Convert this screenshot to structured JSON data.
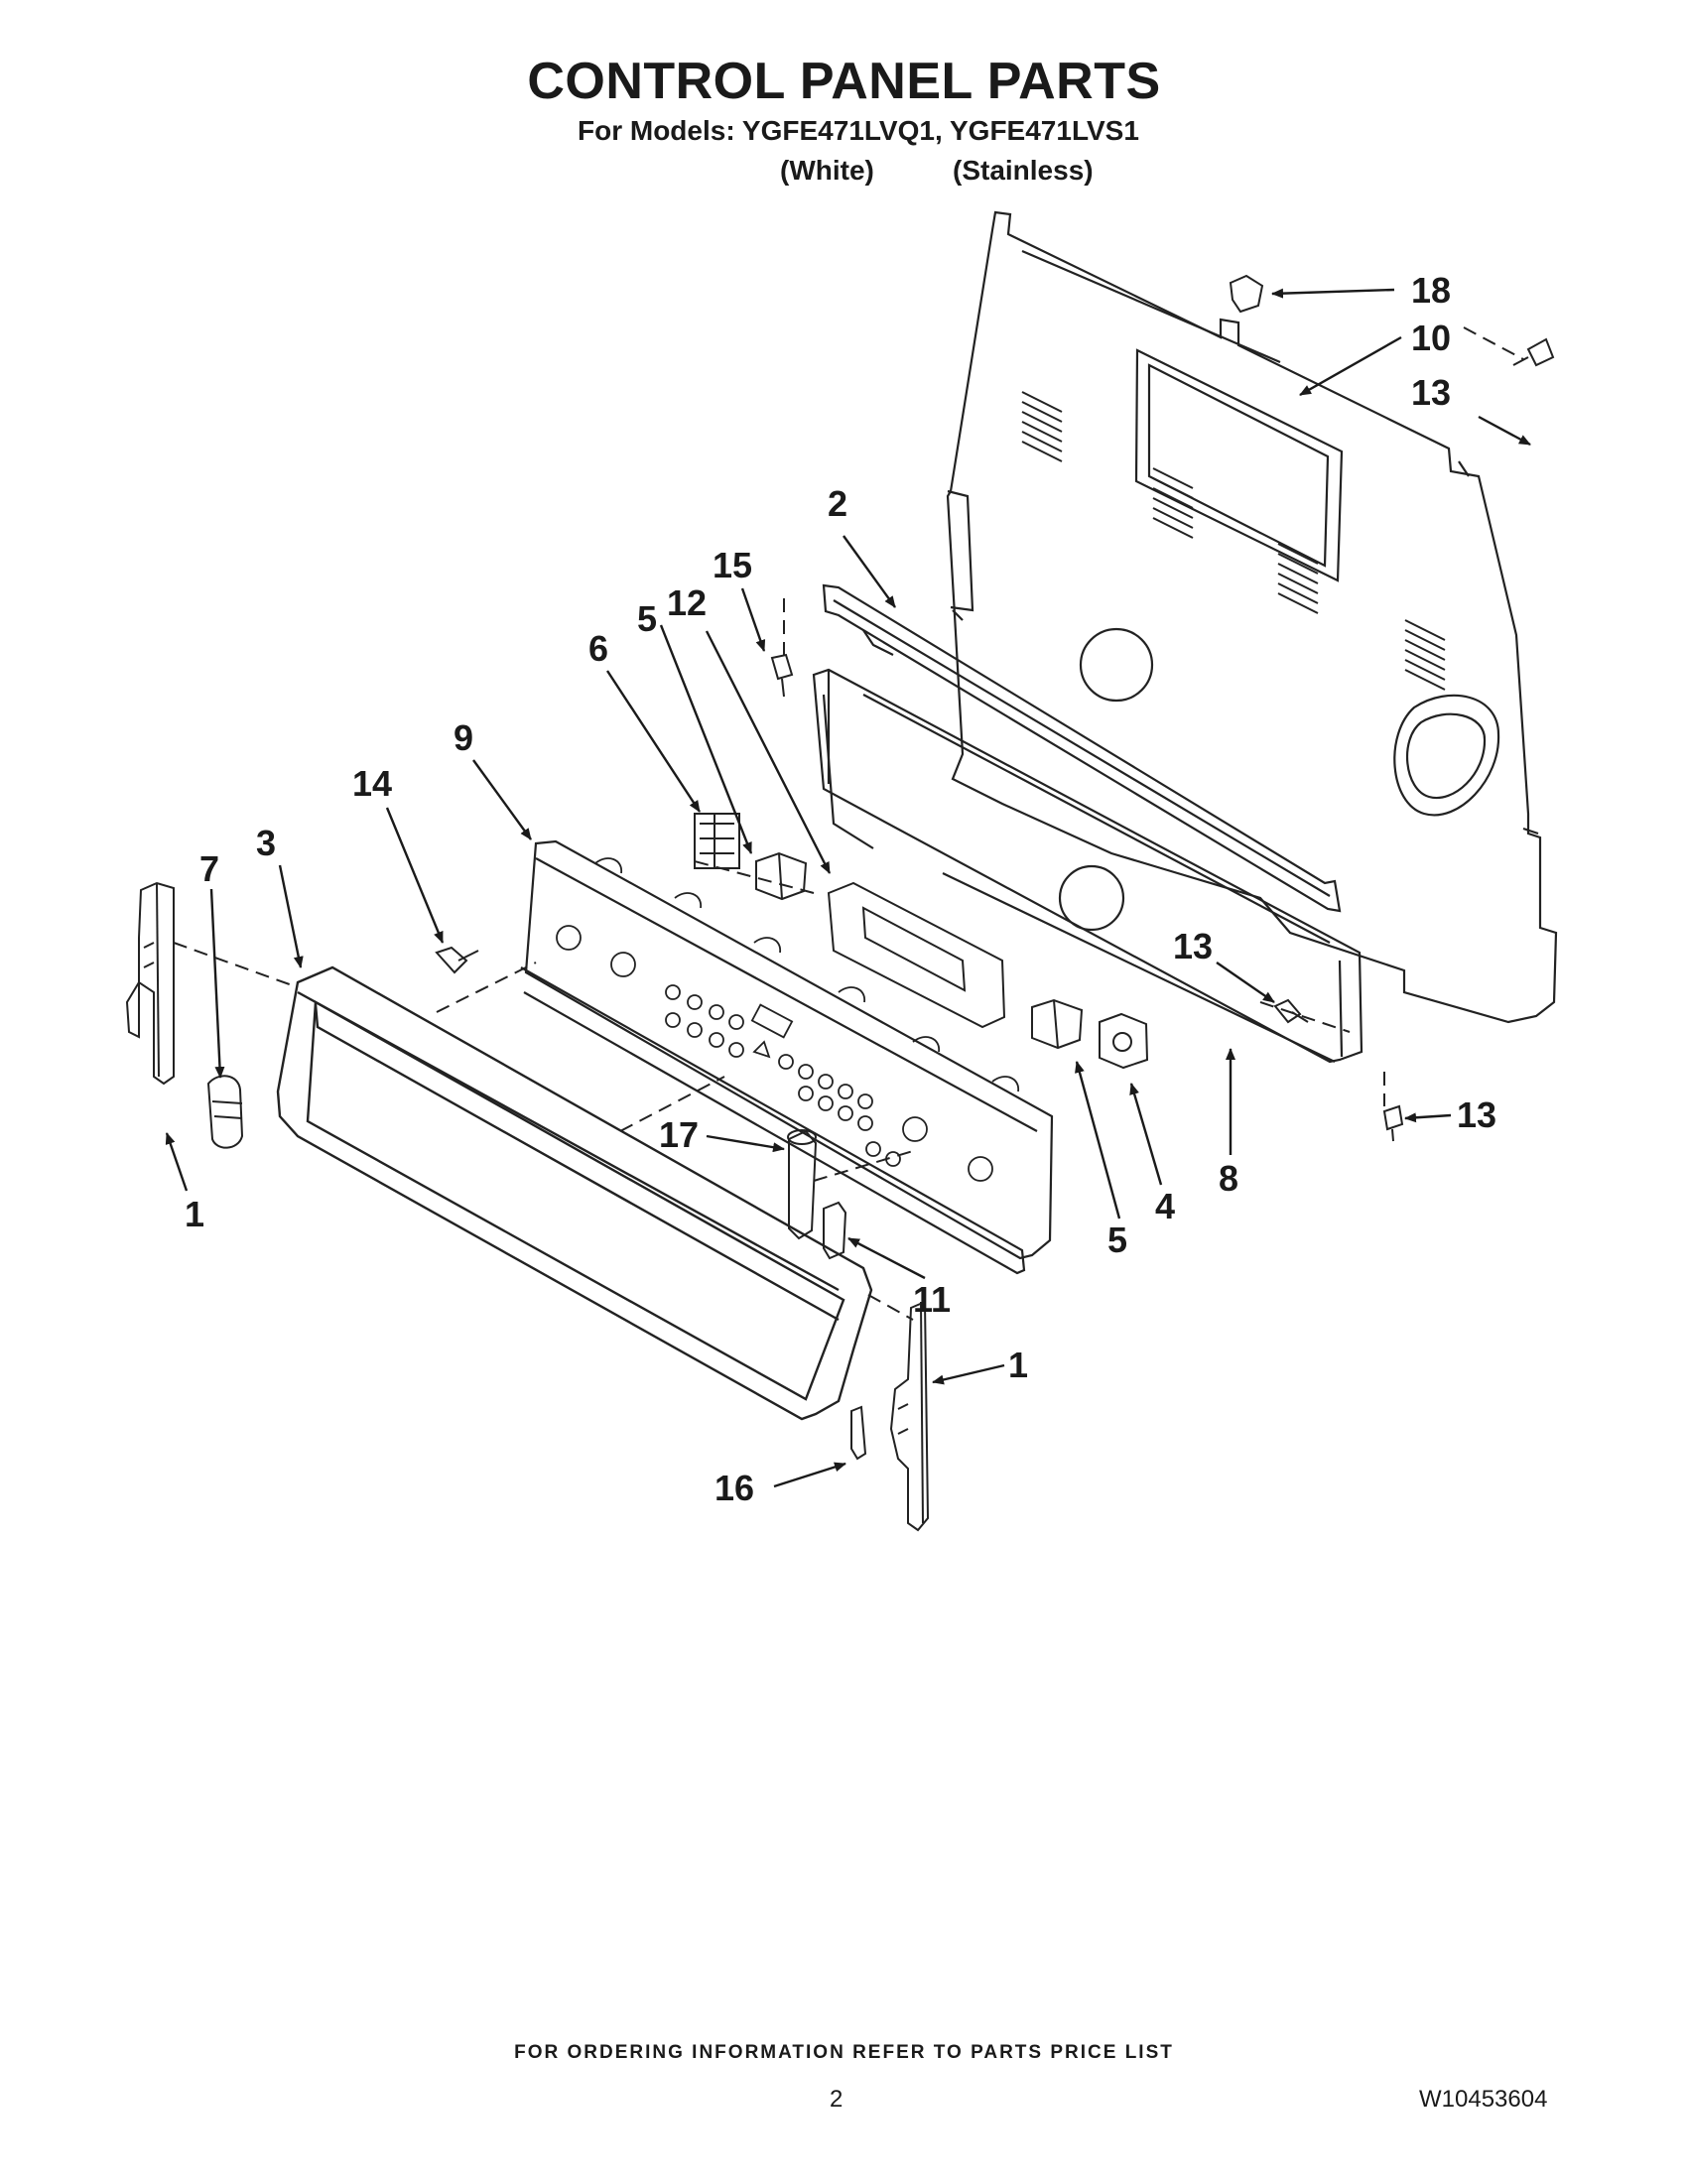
{
  "header": {
    "title": "CONTROL PANEL PARTS",
    "models_line": "For Models: YGFE471LVQ1, YGFE471LVS1",
    "variant_white": "(White)",
    "variant_stainless": "(Stainless)"
  },
  "callouts": {
    "c18": "18",
    "c10": "10",
    "c13_top": "13",
    "c2": "2",
    "c15": "15",
    "c12": "12",
    "c5_top": "5",
    "c6": "6",
    "c9": "9",
    "c14": "14",
    "c3": "3",
    "c7": "7",
    "c13_mid": "13",
    "c13_right": "13",
    "c8": "8",
    "c17": "17",
    "c5_bottom": "5",
    "c4": "4",
    "c1_left": "1",
    "c11": "11",
    "c1_right": "1",
    "c16": "16"
  },
  "footer": {
    "ordering_note": "FOR ORDERING INFORMATION REFER TO PARTS PRICE LIST",
    "page_number": "2",
    "document_code": "W10453604"
  }
}
